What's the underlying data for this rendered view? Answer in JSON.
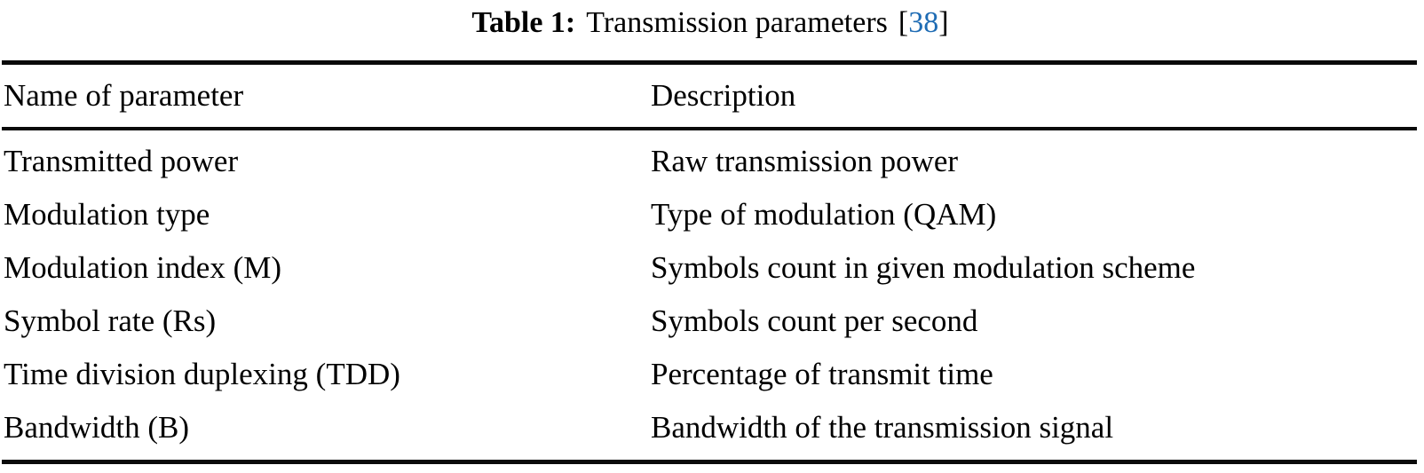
{
  "caption": {
    "label": "Table 1:",
    "text": "Transmission parameters",
    "citation_open": "[",
    "citation_number": "38",
    "citation_close": "]",
    "citation_color": "#1f6cb4"
  },
  "table": {
    "columns": [
      {
        "key": "name",
        "header": "Name of parameter"
      },
      {
        "key": "description",
        "header": "Description"
      }
    ],
    "rows": [
      {
        "name": "Transmitted power",
        "description": "Raw transmission power"
      },
      {
        "name": "Modulation type",
        "description": "Type of modulation (QAM)"
      },
      {
        "name": "Modulation index (M)",
        "description": "Symbols count in given modulation scheme"
      },
      {
        "name": "Symbol rate (Rs)",
        "description": "Symbols count per second"
      },
      {
        "name": "Time division duplexing (TDD)",
        "description": "Percentage of transmit time"
      },
      {
        "name": "Bandwidth (B)",
        "description": "Bandwidth of the transmission signal"
      }
    ]
  },
  "style": {
    "text_color": "#000000",
    "rule_color": "#0a0a0a",
    "background": "#ffffff"
  }
}
